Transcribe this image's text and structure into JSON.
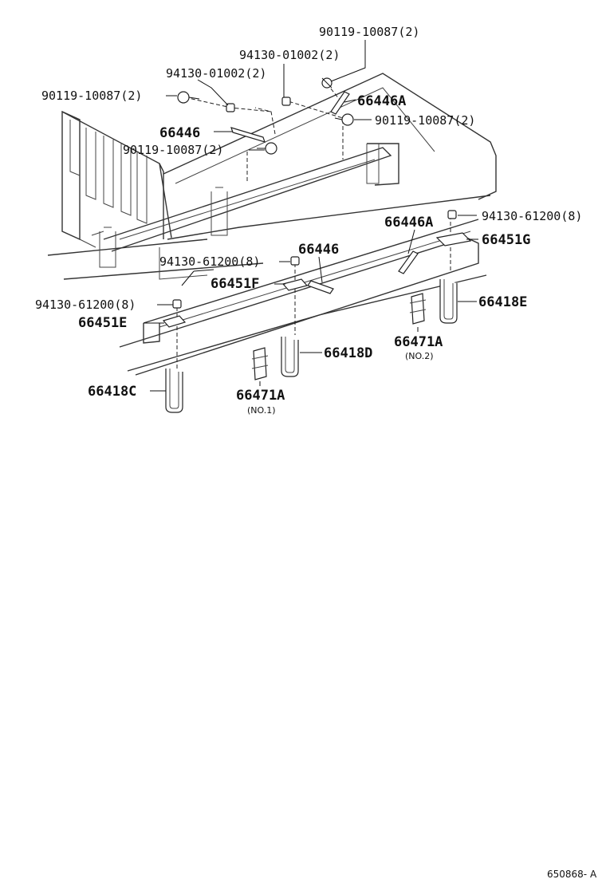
{
  "reference_code": "650868- A",
  "labels": {
    "bolt_top_right": "90119-10087(2)",
    "nut_top_center": "94130-01002(2)",
    "nut_top_left": "94130-01002(2)",
    "bolt_top_left": "90119-10087(2)",
    "bracket_66446a_top": "66446A",
    "bolt_mid_right": "90119-10087(2)",
    "bracket_66446_left": "66446",
    "bolt_mid_left": "90119-10087(2)",
    "bracket_66446a_right": "66446A",
    "nut_right": "94130-61200(8)",
    "plate_66451g": "66451G",
    "nut_center": "94130-61200(8)",
    "bracket_66446_center": "66446",
    "plate_66451f": "66451F",
    "nut_left": "94130-61200(8)",
    "plate_66451e": "66451E",
    "ubolt_66418e": "66418E",
    "ubolt_66418d": "66418D",
    "clamp_66471a_right": "66471A",
    "clamp_no2": "(NO.2)",
    "ubolt_66418c": "66418C",
    "clamp_66471a_left": "66471A",
    "clamp_no1": "(NO.1)"
  },
  "colors": {
    "line": "#222222",
    "background": "#ffffff"
  }
}
